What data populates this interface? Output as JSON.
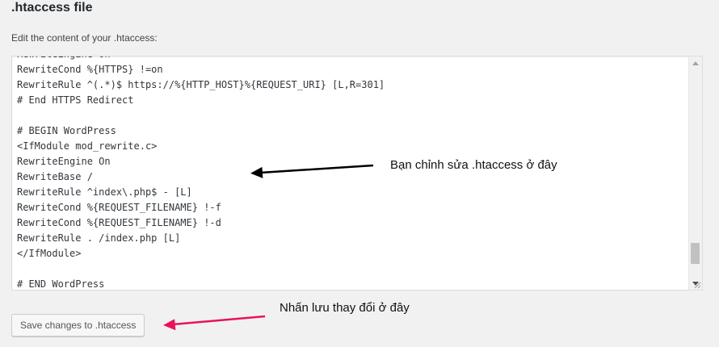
{
  "title": ".htaccess file",
  "description": "Edit the content of your .htaccess:",
  "editor": {
    "lines": [
      "RewriteEngine On",
      "RewriteCond %{HTTPS} !=on",
      "RewriteRule ^(.*)$ https://%{HTTP_HOST}%{REQUEST_URI} [L,R=301]",
      "# End HTTPS Redirect",
      "",
      "# BEGIN WordPress",
      "<IfModule mod_rewrite.c>",
      "RewriteEngine On",
      "RewriteBase /",
      "RewriteRule ^index\\.php$ - [L]",
      "RewriteCond %{REQUEST_FILENAME} !-f",
      "RewriteCond %{REQUEST_FILENAME} !-d",
      "RewriteRule . /index.php [L]",
      "</IfModule>",
      "",
      "# END WordPress"
    ]
  },
  "save_button_label": "Save changes to .htaccess",
  "annotations": {
    "edit_note": "Bạn chỉnh sửa .htaccess ở đây",
    "save_note": "Nhấn lưu thay đổi ở đây"
  },
  "colors": {
    "edit_arrow": "#000000",
    "save_arrow": "#e8135a"
  }
}
